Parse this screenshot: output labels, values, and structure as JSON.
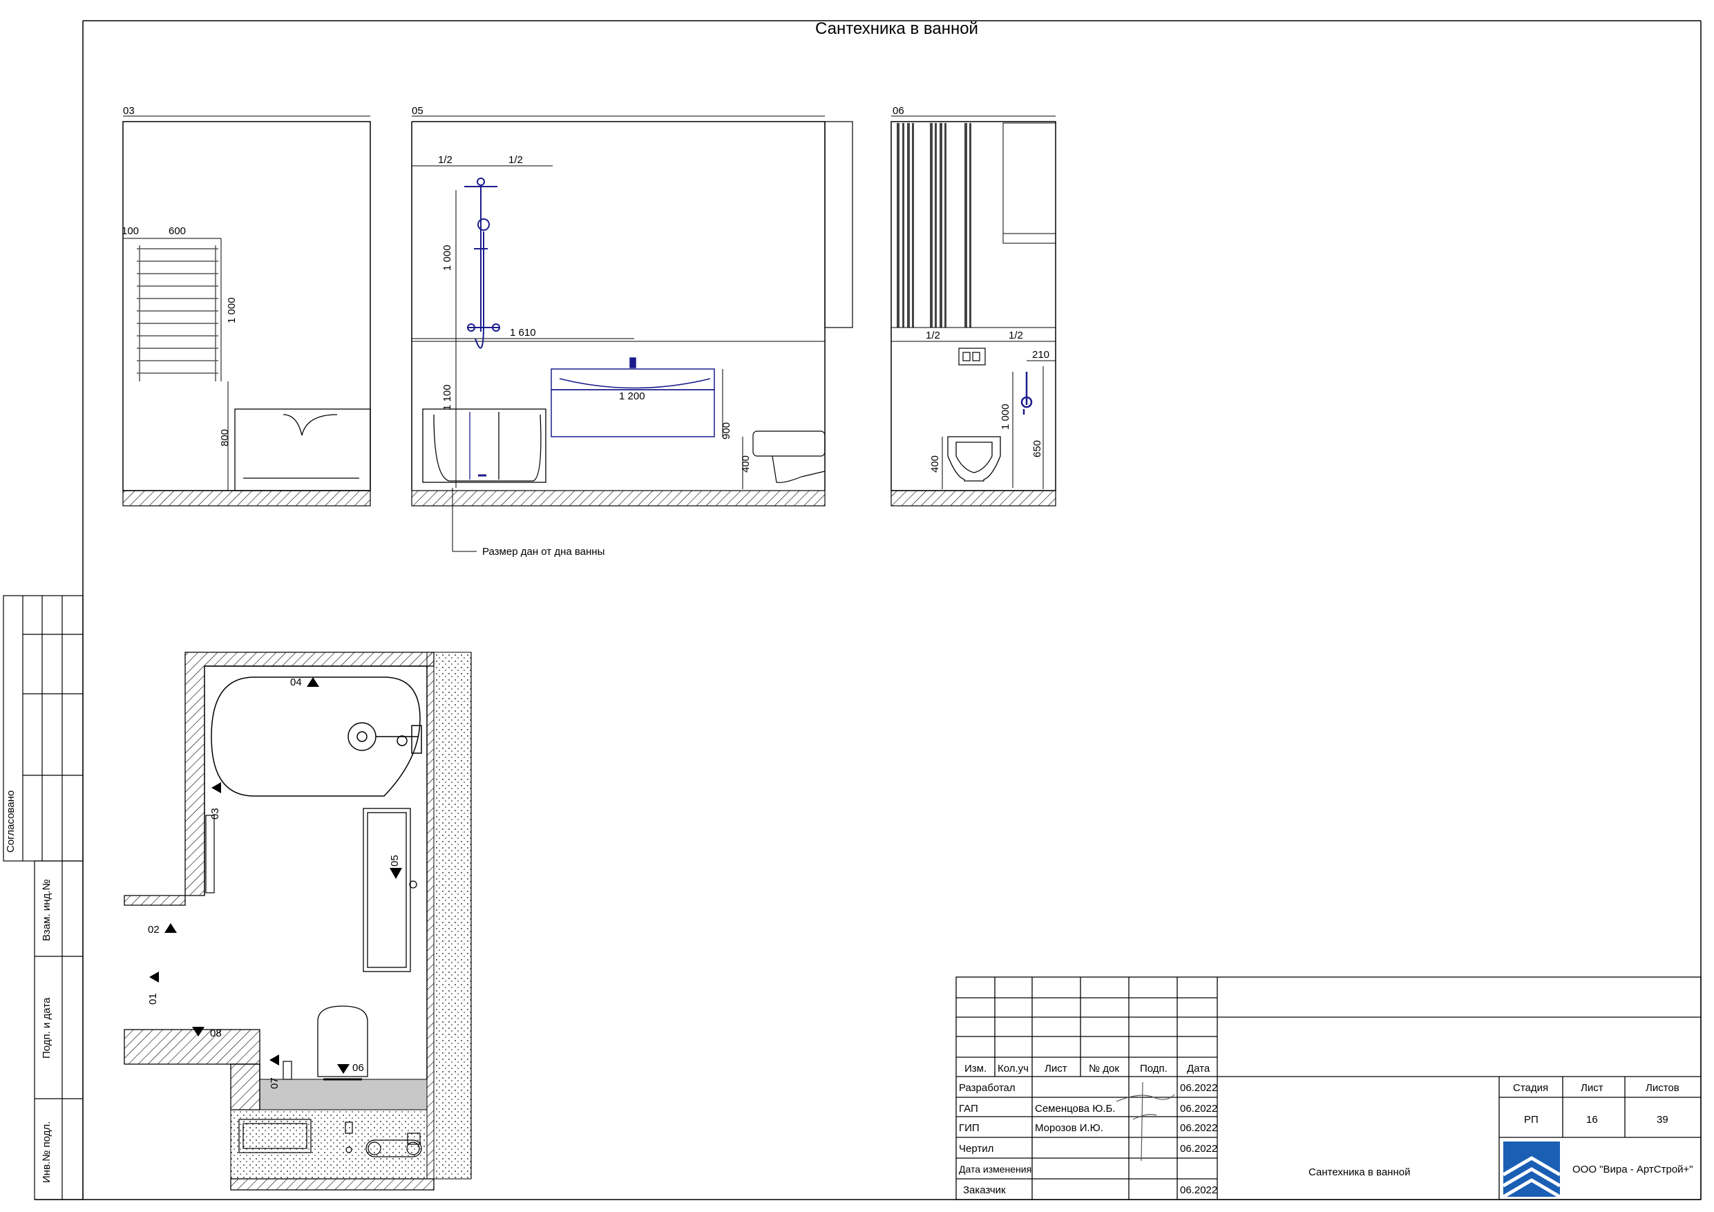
{
  "sheet_title": "Сантехника в ванной",
  "views": {
    "v03": {
      "label": "03",
      "dims": {
        "d100": "100",
        "d600": "600",
        "d1000": "1 000",
        "d800": "800"
      }
    },
    "v05": {
      "label": "05",
      "dims": {
        "half_a": "1/2",
        "half_b": "1/2",
        "d1000": "1 000",
        "d1610": "1 610",
        "d1100": "1 100",
        "d1200": "1 200",
        "d900": "900",
        "d400": "400"
      }
    },
    "v06": {
      "label": "06",
      "dims": {
        "half_a": "1/2",
        "half_b": "1/2",
        "d210": "210",
        "d1000": "1 000",
        "d400": "400",
        "d650": "650"
      }
    }
  },
  "annotation": "Размер дан от дна ванны",
  "plan_markers": {
    "m04": "04",
    "m03": "03",
    "m05": "05",
    "m02": "02",
    "m01": "01",
    "m08": "08",
    "m07": "07",
    "m06": "06"
  },
  "left_strip": {
    "soglasovano": "Согласовано",
    "vzam": "Взам. инд.№",
    "podp": "Подп. и дата",
    "inv": "Инв.№ подл."
  },
  "title_block": {
    "headers": {
      "izm": "Изм.",
      "kol": "Кол.уч",
      "list": "Лист",
      "ndoc": "№ док",
      "podp": "Подп.",
      "data": "Дата"
    },
    "rows": [
      {
        "role": "Разработал",
        "name": "",
        "date": "06.2022"
      },
      {
        "role": "ГАП",
        "name": "Семенцова Ю.Б.",
        "date": "06.2022"
      },
      {
        "role": "ГИП",
        "name": "Морозов И.Ю.",
        "date": "06.2022"
      },
      {
        "role": "Чертил",
        "name": "",
        "date": "06.2022"
      },
      {
        "role": "Дата изменения",
        "name": "",
        "date": ""
      },
      {
        "role": "Заказчик",
        "name": "",
        "date": "06.2022"
      }
    ],
    "stage_label": "Стадия",
    "sheet_label": "Лист",
    "sheets_label": "Листов",
    "stage": "РП",
    "sheet": "16",
    "sheets": "39",
    "drawing_name": "Сантехника в ванной",
    "company": "ООО \"Вира - АртСтрой+\""
  },
  "colors": {
    "line": "#000000",
    "fixture": "#1a1a8c",
    "hatch_fill": "#e6e6e6",
    "counter": "#c8c8c8"
  }
}
